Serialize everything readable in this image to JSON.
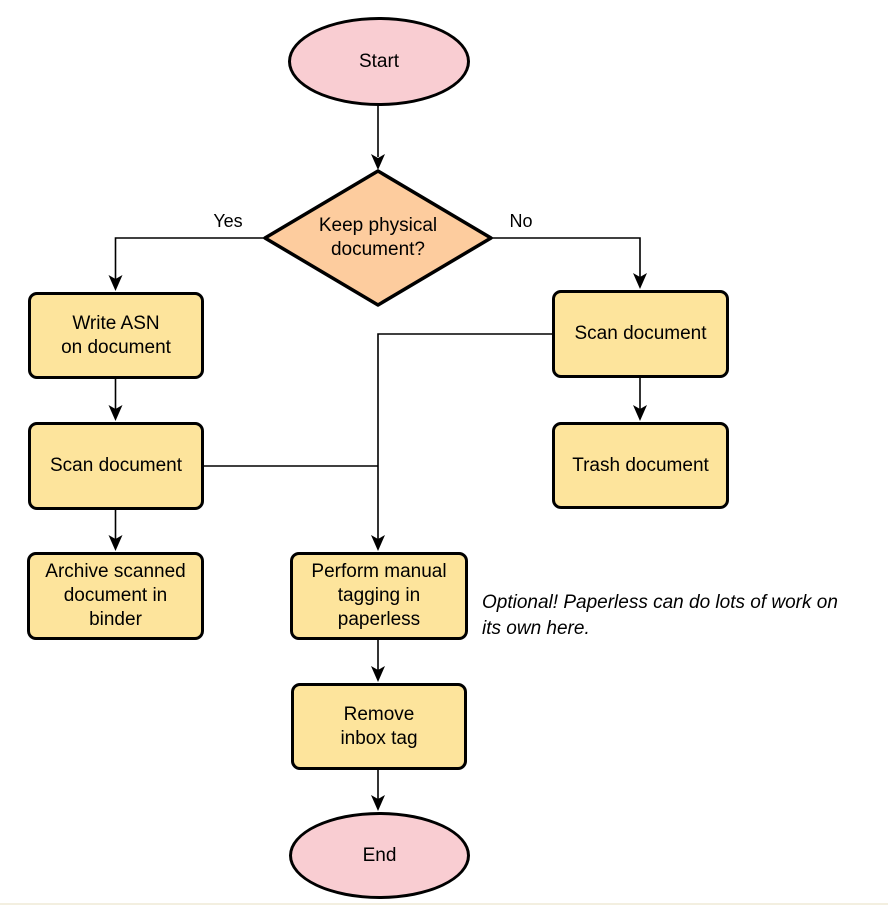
{
  "diagram": {
    "type": "flowchart",
    "nodes": {
      "start": {
        "label": "Start",
        "shape": "ellipse"
      },
      "decision": {
        "label": "Keep physical\ndocument?",
        "shape": "diamond"
      },
      "write_asn": {
        "label": "Write ASN\non document",
        "shape": "rect"
      },
      "scan_left": {
        "label": "Scan document",
        "shape": "rect"
      },
      "archive": {
        "label": "Archive scanned\ndocument in\nbinder",
        "shape": "rect"
      },
      "scan_right": {
        "label": "Scan document",
        "shape": "rect"
      },
      "trash": {
        "label": "Trash document",
        "shape": "rect"
      },
      "tagging": {
        "label": "Perform manual\ntagging in\npaperless",
        "shape": "rect"
      },
      "remove_inbox": {
        "label": "Remove\ninbox tag",
        "shape": "rect"
      },
      "end": {
        "label": "End",
        "shape": "ellipse"
      }
    },
    "edge_labels": {
      "yes": "Yes",
      "no": "No"
    },
    "annotation": {
      "text": "Optional! Paperless can do lots of work on\nits own here."
    },
    "colors": {
      "terminal_fill": "#f9cdd2",
      "decision_fill": "#fdcc9e",
      "process_fill": "#fde49c",
      "border": "#000000",
      "line": "#000000",
      "bottom_divider": "#f3efe0"
    }
  }
}
